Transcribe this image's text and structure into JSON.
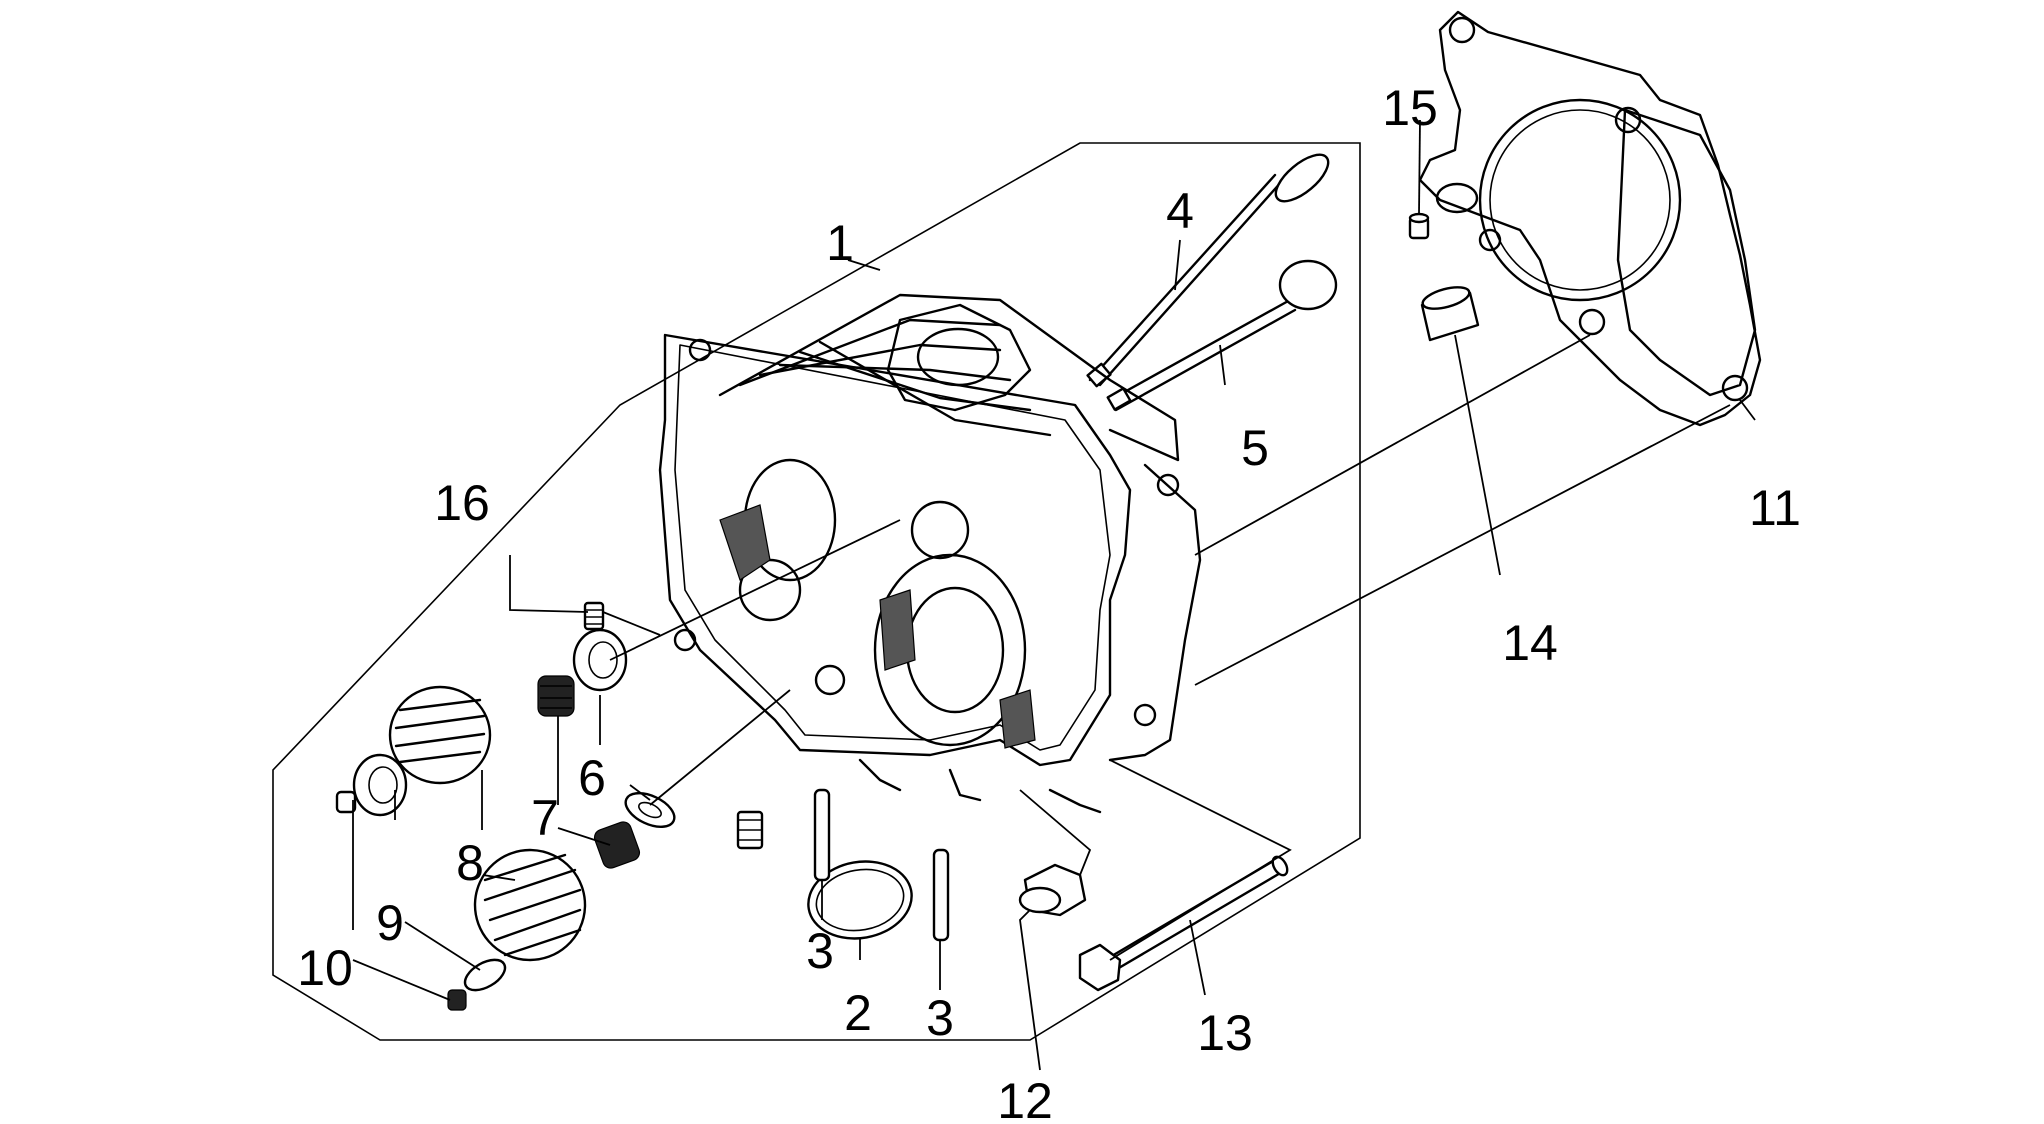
{
  "callouts": [
    {
      "id": "1",
      "label": "1"
    },
    {
      "id": "2",
      "label": "2"
    },
    {
      "id": "3a",
      "label": "3"
    },
    {
      "id": "3b",
      "label": "3"
    },
    {
      "id": "4",
      "label": "4"
    },
    {
      "id": "5",
      "label": "5"
    },
    {
      "id": "6",
      "label": "6"
    },
    {
      "id": "7",
      "label": "7"
    },
    {
      "id": "8",
      "label": "8"
    },
    {
      "id": "9",
      "label": "9"
    },
    {
      "id": "10",
      "label": "10"
    },
    {
      "id": "11",
      "label": "11"
    },
    {
      "id": "12",
      "label": "12"
    },
    {
      "id": "13",
      "label": "13"
    },
    {
      "id": "14",
      "label": "14"
    },
    {
      "id": "15",
      "label": "15"
    },
    {
      "id": "16",
      "label": "16"
    }
  ]
}
